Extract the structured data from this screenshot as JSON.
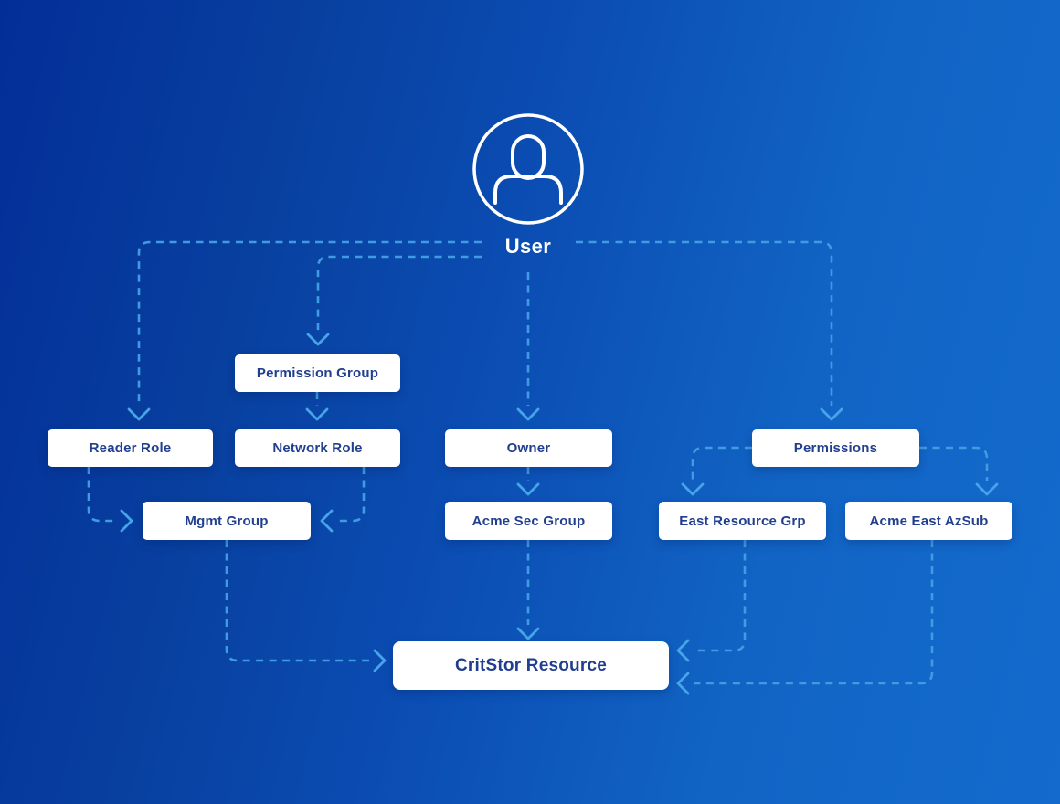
{
  "nodes": {
    "user": "User",
    "permission_group": "Permission Group",
    "reader_role": "Reader Role",
    "network_role": "Network Role",
    "owner": "Owner",
    "permissions": "Permissions",
    "mgmt_group": "Mgmt Group",
    "acme_sec_group": "Acme Sec Group",
    "east_resource_grp": "East Resource Grp",
    "acme_east_azsub": "Acme East AzSub",
    "critstor_resource": "CritStor Resource"
  },
  "edges": [
    {
      "from": "user",
      "to": "reader_role"
    },
    {
      "from": "user",
      "to": "permission_group"
    },
    {
      "from": "user",
      "to": "owner"
    },
    {
      "from": "user",
      "to": "permissions"
    },
    {
      "from": "permission_group",
      "to": "network_role"
    },
    {
      "from": "reader_role",
      "to": "mgmt_group"
    },
    {
      "from": "network_role",
      "to": "mgmt_group"
    },
    {
      "from": "mgmt_group",
      "to": "critstor_resource"
    },
    {
      "from": "owner",
      "to": "acme_sec_group"
    },
    {
      "from": "acme_sec_group",
      "to": "critstor_resource"
    },
    {
      "from": "permissions",
      "to": "east_resource_grp"
    },
    {
      "from": "permissions",
      "to": "acme_east_azsub"
    },
    {
      "from": "east_resource_grp",
      "to": "critstor_resource"
    },
    {
      "from": "acme_east_azsub",
      "to": "critstor_resource"
    }
  ],
  "colors": {
    "background_dark": "#032e98",
    "background_bright": "#146bcd",
    "connector": "#3f9ce2",
    "arrowhead": "#46a5e8",
    "node_background": "#ffffff",
    "node_text": "#213e8f",
    "user_icon": "#ffffff"
  }
}
